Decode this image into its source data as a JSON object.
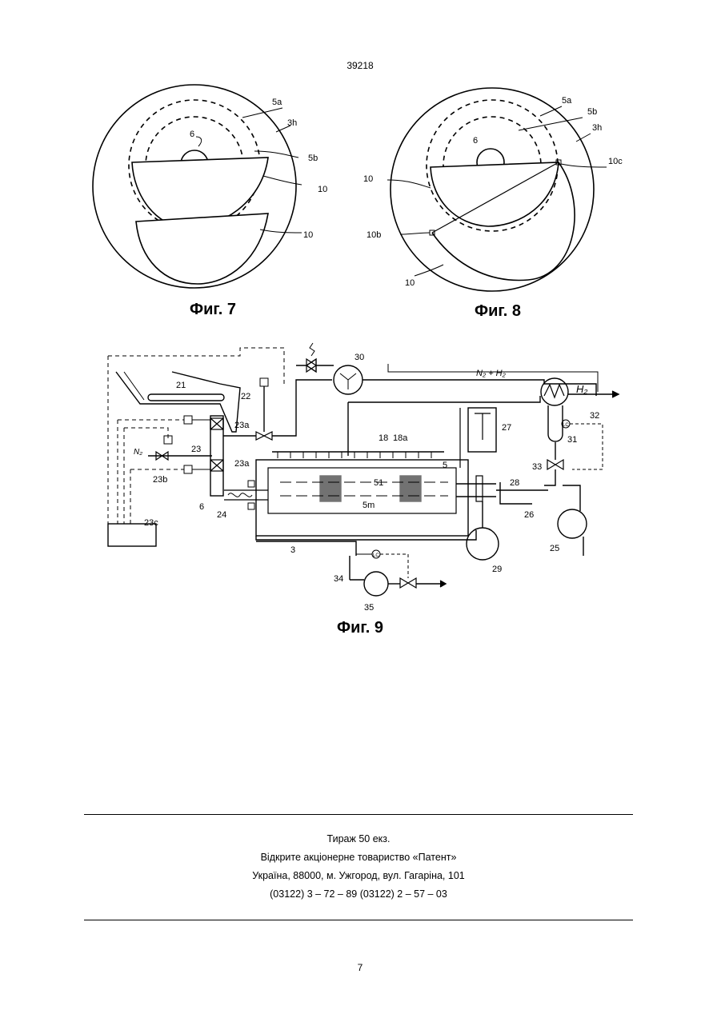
{
  "header": {
    "page_code": "39218"
  },
  "figures": {
    "fig7": {
      "caption": "Фиг. 7",
      "labels": {
        "l5a": "5a",
        "l3h": "3h",
        "l6": "6",
        "l5b": "5b",
        "l10a": "10",
        "l10b": "10"
      }
    },
    "fig8": {
      "caption": "Фиг. 8",
      "labels": {
        "l5a": "5a",
        "l5b": "5b",
        "l3h": "3h",
        "l6": "6",
        "l10left": "10",
        "l10c": "10c",
        "l10b": "10b",
        "l10bottom": "10"
      }
    },
    "fig9": {
      "caption": "Фиг. 9",
      "labels": {
        "l30": "30",
        "l21": "21",
        "l22": "22",
        "l23a1": "23a",
        "l23": "23",
        "l23a2": "23a",
        "l23b": "23b",
        "l23c": "23c",
        "l24": "24",
        "l6": "6",
        "l3": "3",
        "l34": "34",
        "l35": "35",
        "l18": "18",
        "l18a": "18a",
        "l5": "5",
        "l51": "51",
        "l5m": "5m",
        "l27": "27",
        "l28": "28",
        "l26": "26",
        "l29": "29",
        "l31": "31",
        "l32": "32",
        "l33": "33",
        "l25": "25",
        "lLC1": "LC",
        "lLC2": "LC",
        "n2h2": "N₂ + H₂",
        "h2": "H₂",
        "n2": "N₂"
      }
    }
  },
  "footer": {
    "lines": [
      "Тираж 50 екз.",
      "Відкрите акціонерне товариство «Патент»",
      "Україна, 88000, м. Ужгород, вул. Гагаріна, 101",
      "(03122) 3 – 72 – 89   (03122) 2 – 57 – 03"
    ],
    "page_number": "7"
  }
}
